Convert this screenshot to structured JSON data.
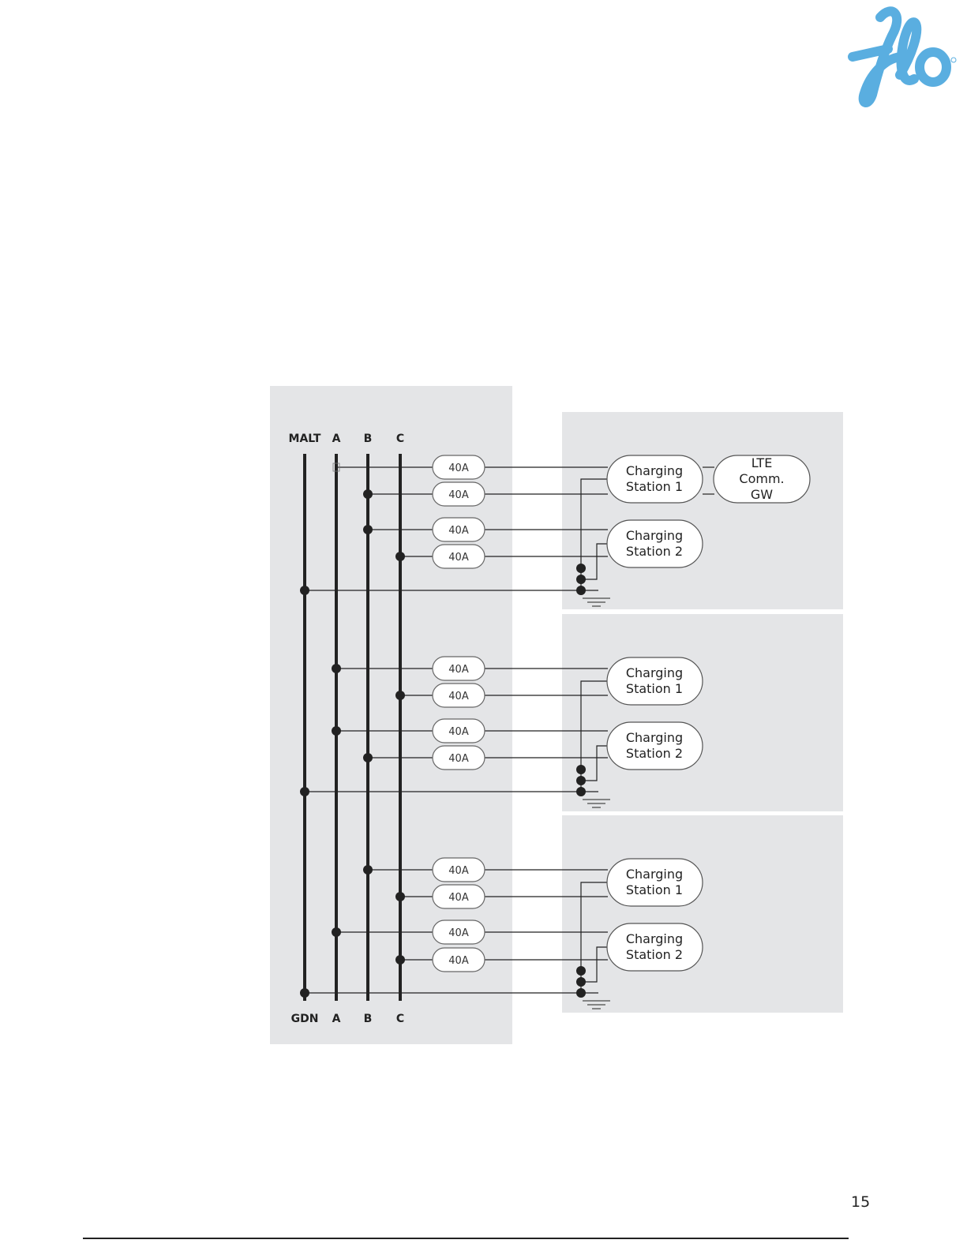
{
  "brand": {
    "logo_text": "flo",
    "color": "#5aaee0"
  },
  "page_number": "15",
  "diagram": {
    "top_bus_labels": [
      "MALT",
      "A",
      "B",
      "C"
    ],
    "bottom_bus_labels": [
      "GDN",
      "A",
      "B",
      "C"
    ],
    "groups": [
      {
        "fuses": [
          {
            "rating": "40A",
            "phase": "A"
          },
          {
            "rating": "40A",
            "phase": "B"
          },
          {
            "rating": "40A",
            "phase": "B"
          },
          {
            "rating": "40A",
            "phase": "C"
          }
        ],
        "stations": [
          {
            "line1": "Charging",
            "line2": "Station 1"
          },
          {
            "line1": "Charging",
            "line2": "Station 2"
          }
        ],
        "gateway": {
          "line1": "LTE",
          "line2": "Comm.",
          "line3": "GW"
        }
      },
      {
        "fuses": [
          {
            "rating": "40A",
            "phase": "A"
          },
          {
            "rating": "40A",
            "phase": "C"
          },
          {
            "rating": "40A",
            "phase": "A"
          },
          {
            "rating": "40A",
            "phase": "B"
          }
        ],
        "stations": [
          {
            "line1": "Charging",
            "line2": "Station 1"
          },
          {
            "line1": "Charging",
            "line2": "Station 2"
          }
        ]
      },
      {
        "fuses": [
          {
            "rating": "40A",
            "phase": "B"
          },
          {
            "rating": "40A",
            "phase": "C"
          },
          {
            "rating": "40A",
            "phase": "A"
          },
          {
            "rating": "40A",
            "phase": "C"
          }
        ],
        "stations": [
          {
            "line1": "Charging",
            "line2": "Station 1"
          },
          {
            "line1": "Charging",
            "line2": "Station 2"
          }
        ]
      }
    ]
  },
  "colors": {
    "panel": "#e4e5e7",
    "line": "#222222"
  }
}
